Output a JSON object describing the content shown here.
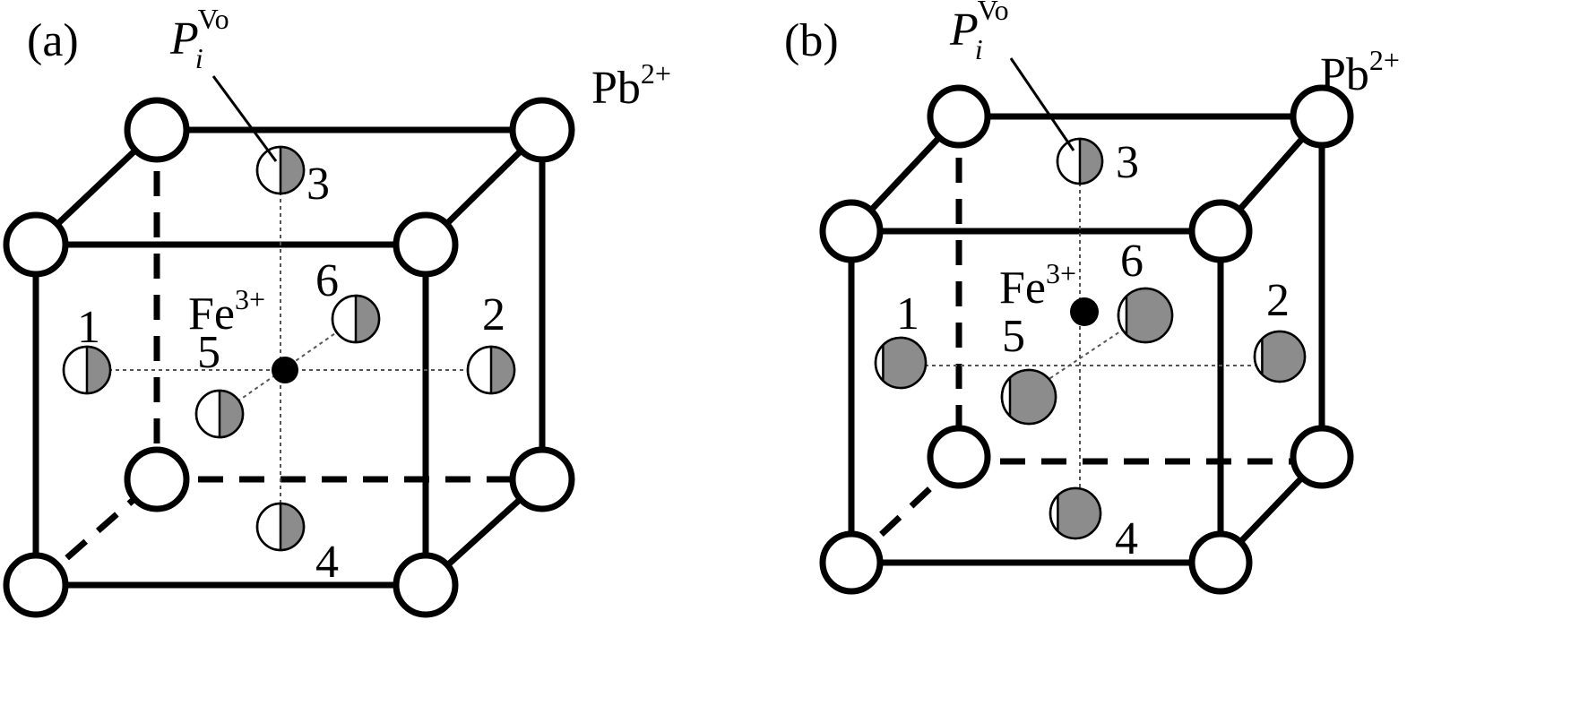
{
  "panels": [
    {
      "id": "a",
      "label": "(a)",
      "pb_label": "Pb",
      "pb_charge": "2+",
      "fe_label": "Fe",
      "fe_charge": "3+",
      "defect_symbol": "P",
      "defect_sub": "i",
      "defect_sup": "Vo",
      "sites": [
        "1",
        "2",
        "3",
        "4",
        "5",
        "6"
      ],
      "oxygen_fill_fraction": 0.5
    },
    {
      "id": "b",
      "label": "(b)",
      "pb_label": "Pb",
      "pb_charge": "2+",
      "fe_label": "Fe",
      "fe_charge": "3+",
      "defect_symbol": "P",
      "defect_sub": "i",
      "defect_sup": "Vo",
      "sites": [
        "1",
        "2",
        "3",
        "4",
        "5",
        "6"
      ],
      "oxygen_fill_fraction": 0.85
    }
  ],
  "colors": {
    "line": "#000000",
    "oxygen_fill": "#8c8c8c",
    "background": "#ffffff"
  }
}
